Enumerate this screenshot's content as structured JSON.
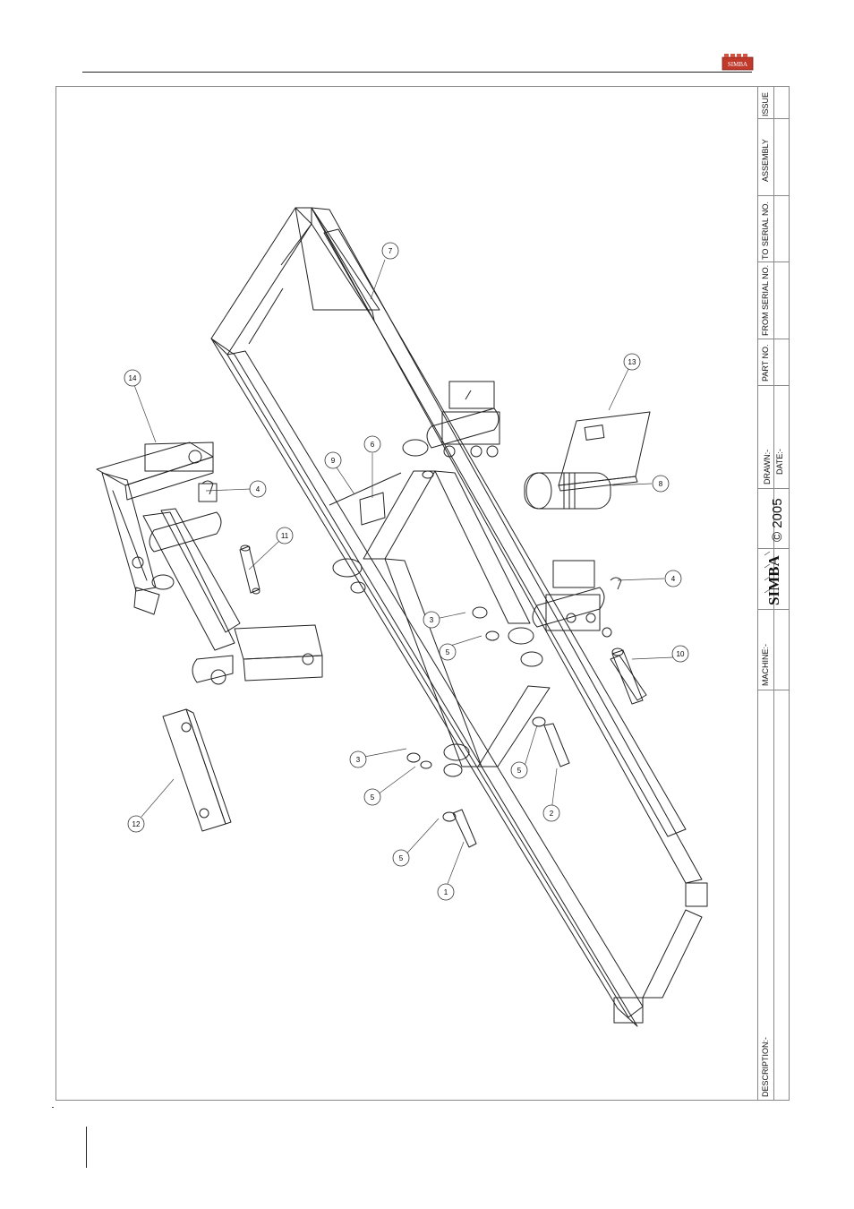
{
  "brand": {
    "logo_text": "SIMBA",
    "copyright": "© 2005"
  },
  "title_block": {
    "issue": "ISSUE",
    "assembly": "ASSEMBLY",
    "to_serial": "TO SERIAL NO.",
    "from_serial": "FROM SERIAL NO.",
    "part_no": "PART NO.",
    "drawn": "DRAWN:-",
    "date": "DATE:-",
    "machine": "MACHINE:-",
    "description": "DESCRIPTION:-"
  },
  "callouts": [
    "14",
    "4",
    "11",
    "12",
    "9",
    "6",
    "7",
    "13",
    "8",
    "3",
    "5",
    "4",
    "10",
    "3",
    "5",
    "5",
    "1",
    "5",
    "2"
  ]
}
